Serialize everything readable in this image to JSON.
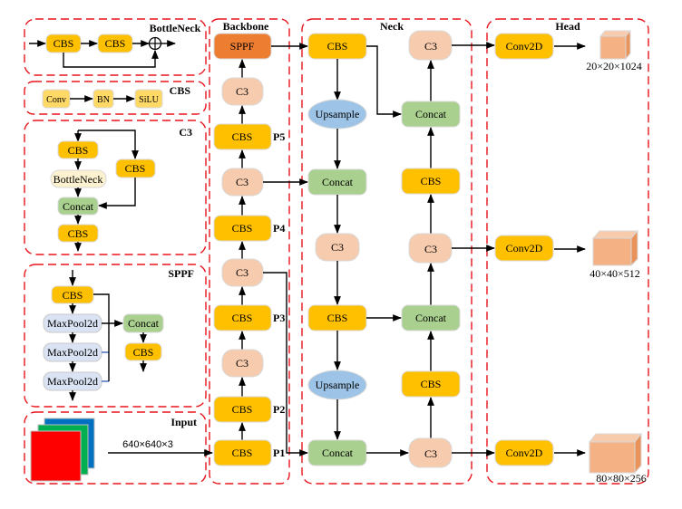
{
  "colors": {
    "cbs": "#ffc000",
    "c3": "#f7cbae",
    "concat": "#a9d08e",
    "upsample": "#9dc3e6",
    "sppf": "#ed7d31",
    "bottleneck": "#fdf2d0",
    "maxpool": "#dae3f3",
    "conv_light": "#ffd966",
    "frame": "#e8141c",
    "cube_front": "#f4b183",
    "cube_top": "#f8cbad",
    "cube_side": "#e9925a"
  },
  "panels": {
    "bottleneck": {
      "title": "BottleNeck",
      "blocks": [
        "CBS",
        "CBS"
      ],
      "sum_symbol": "⊕"
    },
    "cbs": {
      "title": "CBS",
      "blocks": [
        "Conv",
        "BN",
        "SiLU"
      ]
    },
    "c3": {
      "title": "C3",
      "blocks": [
        "CBS",
        "BottleNeck",
        "Concat",
        "CBS",
        "CBS"
      ]
    },
    "sppf": {
      "title": "SPPF",
      "blocks": [
        "CBS",
        "MaxPool2d",
        "MaxPool2d",
        "MaxPool2d",
        "Concat",
        "CBS"
      ]
    },
    "input": {
      "title": "Input",
      "shape": "640×640×3"
    },
    "backbone": {
      "title": "Backbone",
      "blocks": [
        "SPPF",
        "C3",
        "CBS",
        "C3",
        "CBS",
        "C3",
        "CBS",
        "C3",
        "CBS",
        "CBS"
      ],
      "stage_labels": [
        "P5",
        "P4",
        "P3",
        "P2",
        "P1"
      ]
    },
    "neck": {
      "title": "Neck",
      "left_column": [
        "CBS",
        "Upsample",
        "Concat",
        "C3",
        "CBS",
        "Upsample",
        "Concat"
      ],
      "right_column": [
        "C3",
        "Concat",
        "CBS",
        "C3",
        "Concat",
        "CBS",
        "C3"
      ]
    },
    "head": {
      "title": "Head",
      "blocks": [
        "Conv2D",
        "Conv2D",
        "Conv2D"
      ],
      "outputs": [
        "20×20×1024",
        "40×40×512",
        "80×80×256"
      ]
    }
  }
}
